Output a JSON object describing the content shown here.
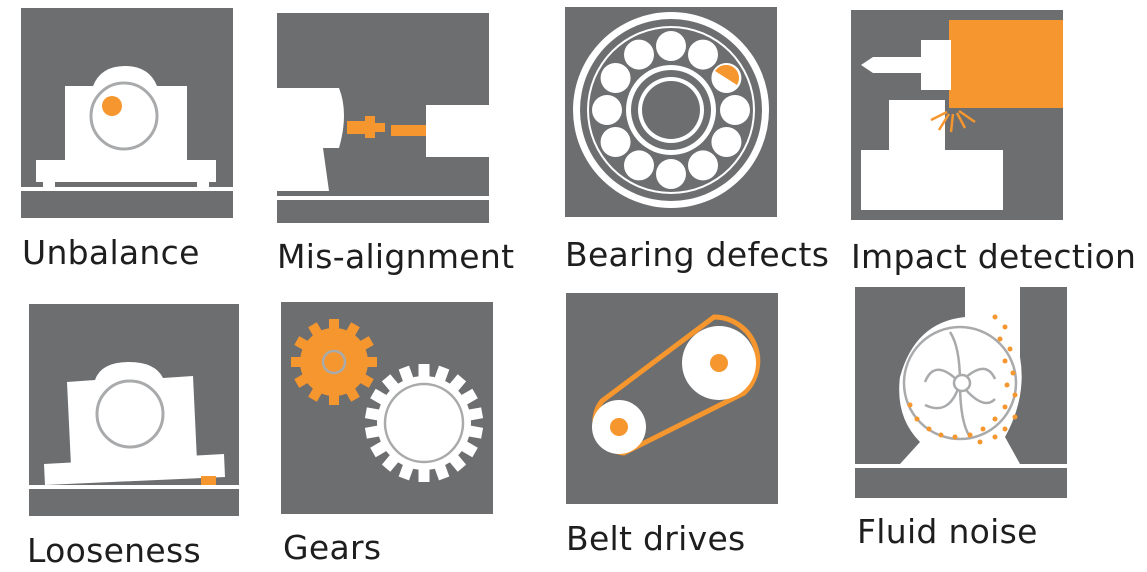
{
  "colors": {
    "tile": "#6d6e70",
    "shape": "#ffffff",
    "accent": "#f5962e",
    "ring": "#a9aaac"
  },
  "items": [
    {
      "label": "Unbalance",
      "icon": "unbalance-icon"
    },
    {
      "label": "Mis-alignment",
      "icon": "misalignment-icon"
    },
    {
      "label": "Bearing defects",
      "icon": "bearing-defects-icon"
    },
    {
      "label": "Impact detection",
      "icon": "impact-detection-icon"
    },
    {
      "label": "Looseness",
      "icon": "looseness-icon"
    },
    {
      "label": "Gears",
      "icon": "gears-icon"
    },
    {
      "label": "Belt drives",
      "icon": "belt-drives-icon"
    },
    {
      "label": "Fluid noise",
      "icon": "fluid-noise-icon"
    }
  ]
}
